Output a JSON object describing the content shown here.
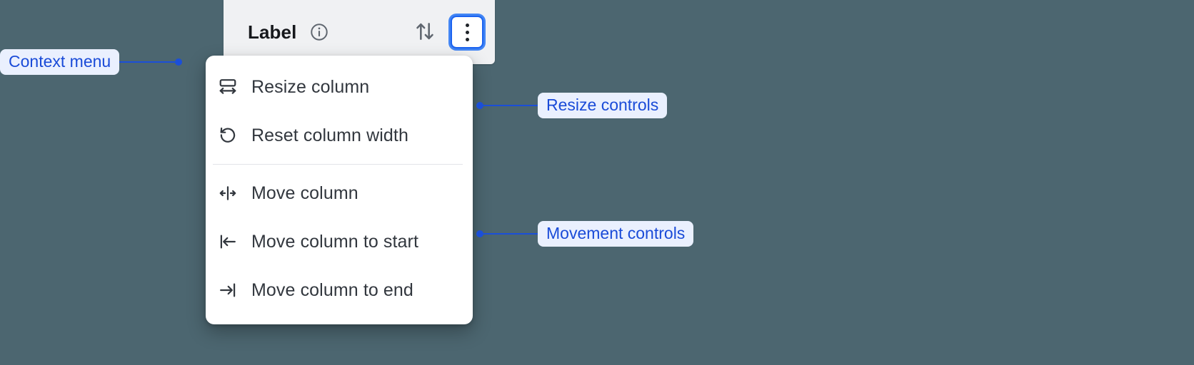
{
  "colors": {
    "page_background": "#4C6670",
    "header_background": "#F0F1F3",
    "menu_background": "#FFFFFF",
    "accent_blue": "#1B4FD8",
    "focus_ring": "#4285F4",
    "pill_background": "#EAF0FE",
    "pill_text": "#1A4BD8",
    "menu_text": "#32373E"
  },
  "column_header": {
    "title": "Label",
    "info_icon": "info-circle-icon",
    "sort_icon": "sort-up-down-icon",
    "more_icon": "more-vertical-icon"
  },
  "context_menu": {
    "groups": [
      {
        "name": "resize",
        "items": [
          {
            "icon": "resize-column-icon",
            "label": "Resize column"
          },
          {
            "icon": "reset-width-icon",
            "label": "Reset column width"
          }
        ]
      },
      {
        "name": "movement",
        "items": [
          {
            "icon": "move-column-icon",
            "label": "Move column"
          },
          {
            "icon": "move-to-start-icon",
            "label": "Move column to start"
          },
          {
            "icon": "move-to-end-icon",
            "label": "Move column to end"
          }
        ]
      }
    ]
  },
  "annotations": [
    {
      "id": "context-menu",
      "label": "Context menu"
    },
    {
      "id": "resize-controls",
      "label": "Resize controls"
    },
    {
      "id": "movement-controls",
      "label": "Movement controls"
    }
  ]
}
